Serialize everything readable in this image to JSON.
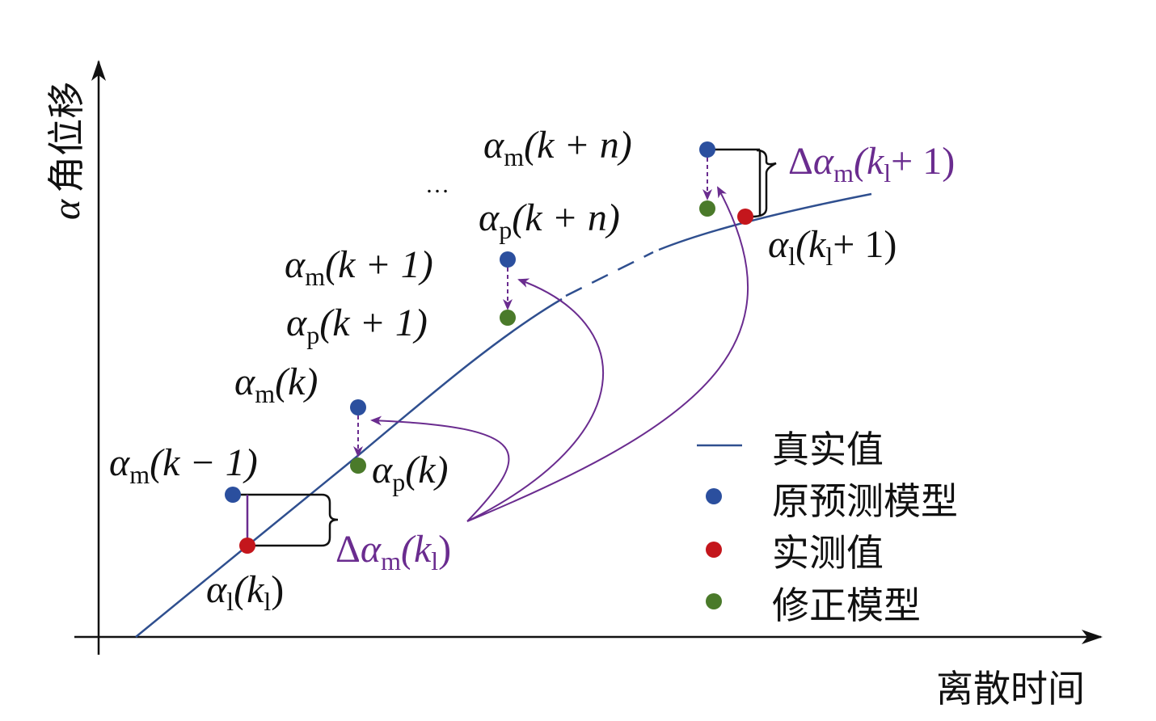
{
  "axes": {
    "y_label_symbol": "α",
    "y_label_text": "角位移",
    "x_label": "离散时间"
  },
  "colors": {
    "true_curve": "#2f4f8f",
    "predicted": "#2b4f9e",
    "measured": "#c4161c",
    "corrected": "#4a7a2a",
    "annotation": "#6a2c8f"
  },
  "ellipsis": "…",
  "labels": {
    "am_kn": {
      "base": "α",
      "sub": "m",
      "arg": "(k + n)"
    },
    "ap_kn": {
      "base": "α",
      "sub": "p",
      "arg": "(k + n)"
    },
    "dam_k1p1": {
      "delta": "Δ",
      "base": "α",
      "sub": "m",
      "arg1": "(k",
      "argsub": "l",
      "arg2": "+ 1)"
    },
    "a1_k1p1": {
      "base": "α",
      "sub": "l",
      "arg1": "(k",
      "argsub": "l",
      "arg2": "+ 1)"
    },
    "am_k1": {
      "base": "α",
      "sub": "m",
      "arg": "(k + 1)"
    },
    "ap_k1": {
      "base": "α",
      "sub": "p",
      "arg": "(k + 1)"
    },
    "am_k": {
      "base": "α",
      "sub": "m",
      "arg": "(k)"
    },
    "am_km1": {
      "base": "α",
      "sub": "m",
      "arg": "(k − 1)"
    },
    "ap_k": {
      "base": "α",
      "sub": "p",
      "arg": "(k)"
    },
    "dam_k1": {
      "delta": "Δ",
      "base": "α",
      "sub": "m",
      "arg1": "(k",
      "argsub": "l",
      "arg2": ")"
    },
    "a1_k1": {
      "base": "α",
      "sub": "l",
      "arg1": "(k",
      "argsub": "l",
      "arg2": ")"
    }
  },
  "legend": [
    {
      "label": "真实值",
      "marker": "line"
    },
    {
      "label": "原预测模型",
      "marker": "blue-dot"
    },
    {
      "label": "实测值",
      "marker": "red-dot"
    },
    {
      "label": "修正模型",
      "marker": "green-dot"
    }
  ]
}
